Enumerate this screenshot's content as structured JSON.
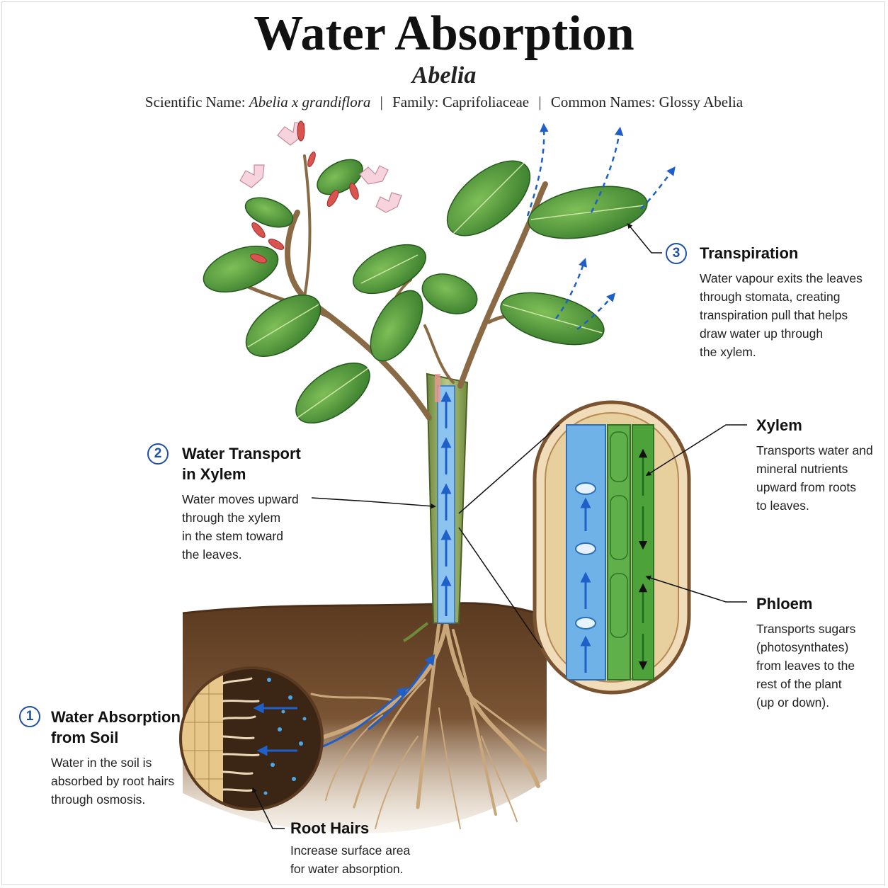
{
  "header": {
    "title": "Water Absorption",
    "subtitle": "Abelia",
    "scientific_label": "Scientific Name:",
    "scientific_name": "Abelia x grandiflora",
    "family_label": "Family:",
    "family": "Caprifoliaceae",
    "common_label": "Common Names:",
    "common_names": "Glossy Abelia",
    "separator": "|"
  },
  "steps": [
    {
      "number": "1",
      "title_line1": "Water Absorption",
      "title_line2": "from Soil",
      "body": [
        "Water in the soil is",
        "absorbed by root hairs",
        "through osmosis."
      ]
    },
    {
      "number": "2",
      "title_line1": "Water Transport",
      "title_line2": "in Xylem",
      "body": [
        "Water moves upward",
        "through the xylem",
        "in the stem toward",
        "the leaves."
      ]
    },
    {
      "number": "3",
      "title_line1": "Transpiration",
      "body": [
        "Water vapour exits the leaves",
        "through stomata, creating",
        "transpiration pull that helps",
        "draw water up through",
        "the xylem."
      ]
    }
  ],
  "callouts": {
    "xylem": {
      "title": "Xylem",
      "body": [
        "Transports water and",
        "mineral nutrients",
        "upward from roots",
        "to leaves."
      ]
    },
    "phloem": {
      "title": "Phloem",
      "body": [
        "Transports sugars",
        "(photosynthates)",
        "from leaves to the",
        "rest of the plant",
        "(up or down)."
      ]
    },
    "root_hairs": {
      "title": "Root Hairs",
      "body": [
        "Increase surface area",
        "for water absorption."
      ]
    }
  },
  "colors": {
    "water_arrow": "#1f5fc8",
    "leaf": "#3e8a2e",
    "soil": "#6b4628",
    "xylem": "#5ea6e0",
    "phloem": "#4da33a",
    "flower": "#f6d3dd",
    "number_ring": "#1f4fa8"
  },
  "icons": [
    "water-arrow-icon",
    "vapour-arrow-icon",
    "numbered-circle-icon"
  ]
}
